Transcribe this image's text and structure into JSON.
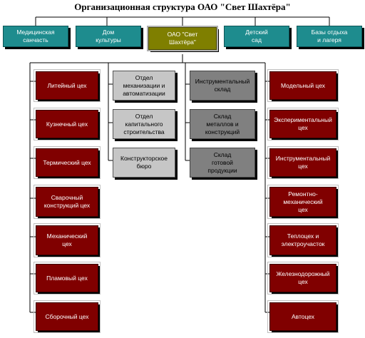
{
  "title": "Организационная структура ОАО \"Свет Шахтёра\"",
  "top_row": [
    {
      "id": "med",
      "label": "Медицинская\nсанчасть"
    },
    {
      "id": "dk",
      "label": "Дом\nкультуры"
    },
    {
      "id": "head",
      "label": "ОАО \"Свет\nШахтёра\""
    },
    {
      "id": "kinder",
      "label": "Детский\nсад"
    },
    {
      "id": "camps",
      "label": "Базы отдыха\nи лагеря"
    }
  ],
  "left_column": [
    "Литейный цех",
    "Кузнечный цех",
    "Термический цех",
    "Сварочный\nконструкций цех",
    "Механический\nцех",
    "Пламовый цех",
    "Сборочный цех"
  ],
  "center_left_column": [
    "Отдел\nмеханизации и\nавтоматизации",
    "Отдел\nкапитального\nстроительства",
    "Конструкторское\nбюро"
  ],
  "center_right_column": [
    "Инструментальный\nсклад",
    "Склад\nметаллов и\nконструкций",
    "Склад\nготовой\nпродукции"
  ],
  "right_column": [
    "Модельный цех",
    "Экспериментальный цех",
    "Инструментальный цех",
    "Ремонтно-\nмеханический\nцех",
    "Теплоцех и\nэлектроучасток",
    "Железнодорожный цех",
    "Автоцех"
  ],
  "colors": {
    "teal": "#1e8c8e",
    "olive": "#7f7f00",
    "maroon": "#800000",
    "light_gray": "#c6c6c6",
    "dark_gray": "#808080"
  }
}
